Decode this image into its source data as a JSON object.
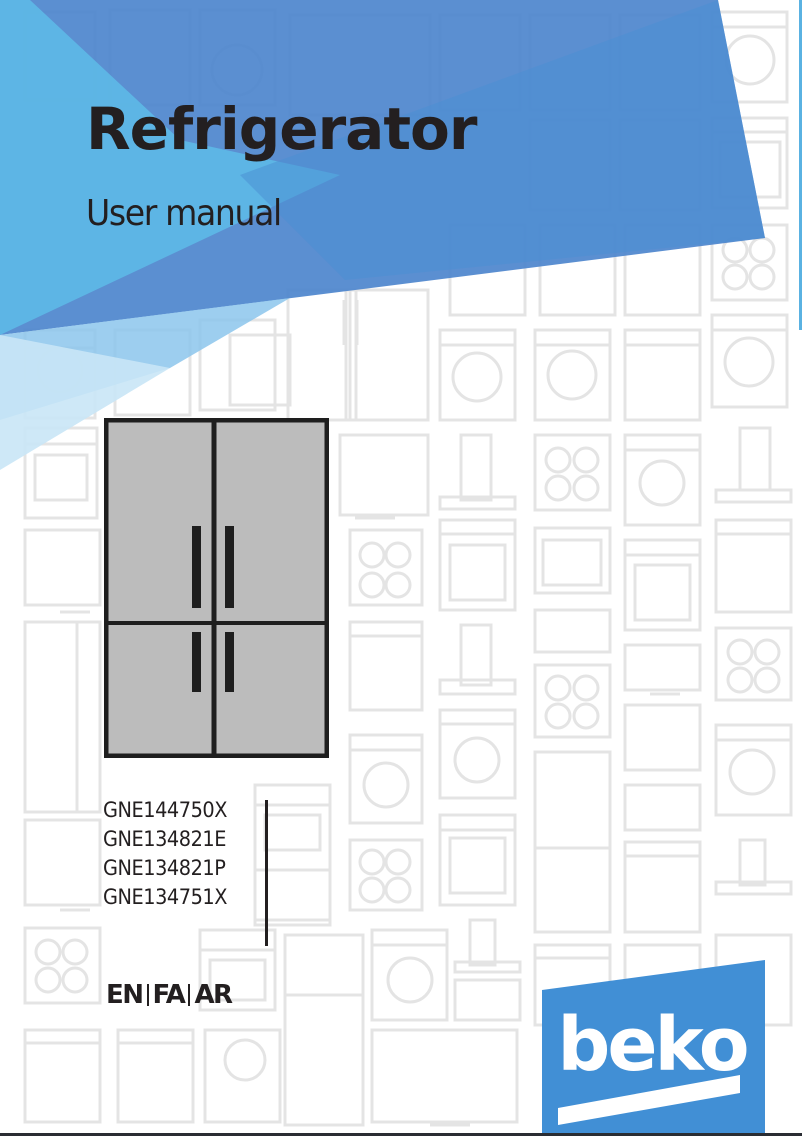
{
  "document": {
    "title": "Refrigerator",
    "subtitle": "User manual"
  },
  "models": [
    "GNE144750X",
    "GNE134821E",
    "GNE134821P",
    "GNE134751X"
  ],
  "languages": [
    "EN",
    "FA",
    "AR"
  ],
  "brand": {
    "name": "beko",
    "color": "#418fd5"
  },
  "colors": {
    "band_dark": "#4f86ce",
    "band_light": "#5db8e6",
    "band_pale": "#bfe0f4",
    "text": "#231f20",
    "fridge_fill": "#bcbcbc",
    "fridge_stroke": "#1e1e1e",
    "pattern_stroke": "#e6e6e6"
  },
  "icons": {
    "fridge_illustration": "french-door-refrigerator-icon",
    "background_pattern": "home-appliances-pattern"
  }
}
